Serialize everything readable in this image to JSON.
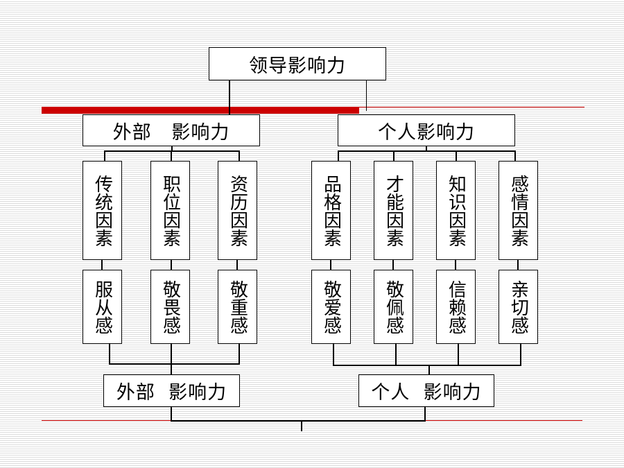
{
  "diagram": {
    "root": "领导影响力",
    "left_branch": {
      "title": "外部   影响力",
      "factors": [
        {
          "factor": "传统因素",
          "feeling": "服从感"
        },
        {
          "factor": "职位因素",
          "feeling": "敬畏感"
        },
        {
          "factor": "资历因素",
          "feeling": "敬重感"
        }
      ],
      "summary": "外部  影响力"
    },
    "right_branch": {
      "title": "个人影响力",
      "factors": [
        {
          "factor": "品格因素",
          "feeling": "敬爱感"
        },
        {
          "factor": "才能因素",
          "feeling": "敬佩感"
        },
        {
          "factor": "知识因素",
          "feeling": "信赖感"
        },
        {
          "factor": "感情因素",
          "feeling": "亲切感"
        }
      ],
      "summary": "个人  影响力"
    }
  },
  "colors": {
    "accent_red": "#cc0000",
    "line": "#000000",
    "stripe": "#dcdcdc"
  }
}
